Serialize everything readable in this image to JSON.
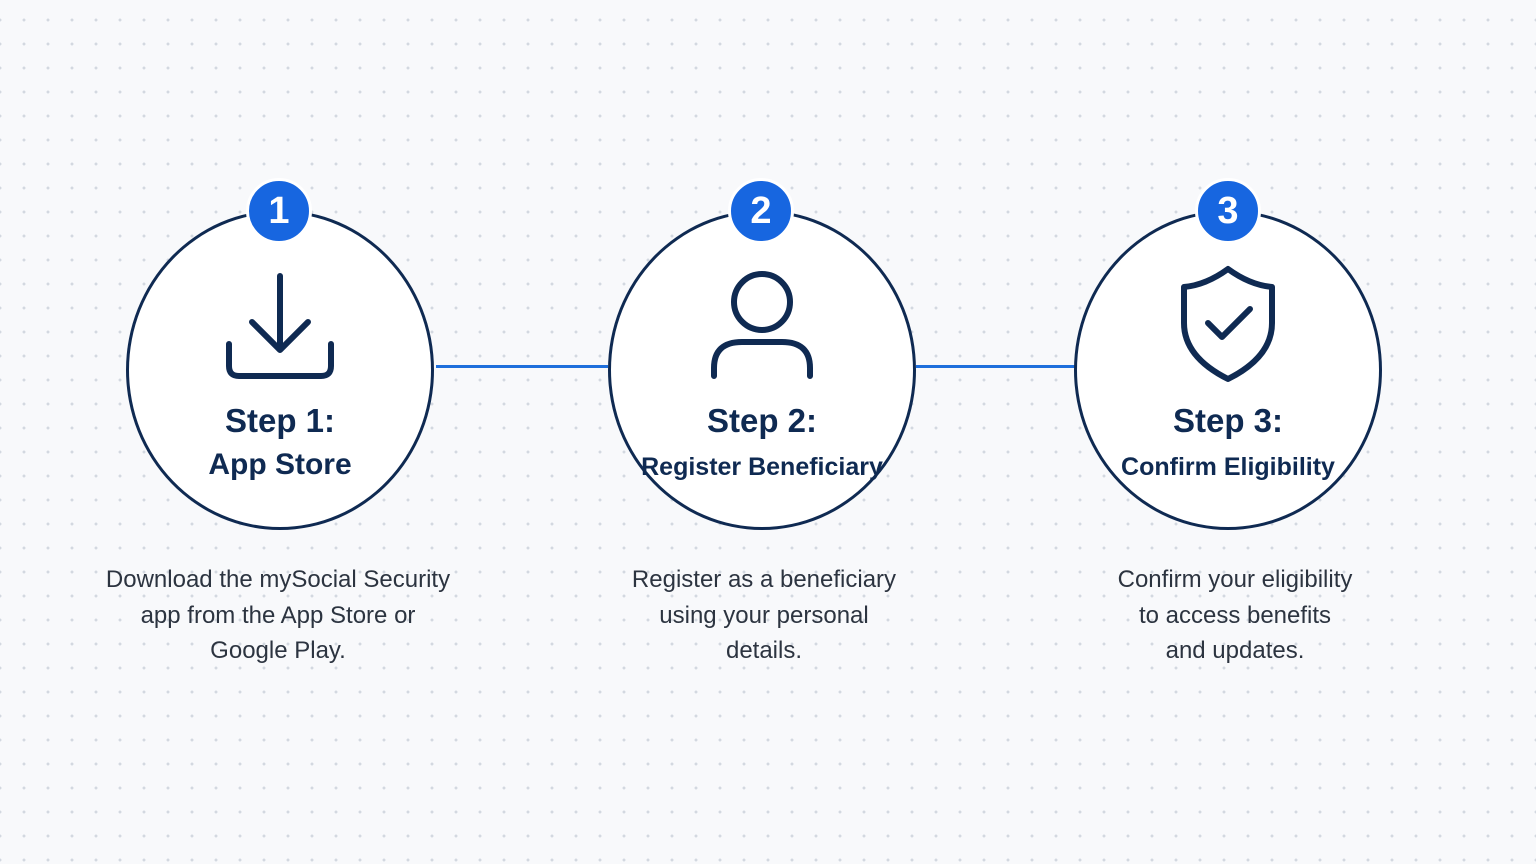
{
  "steps": [
    {
      "number": "1",
      "title": "Step 1:",
      "subtitle": "App Store",
      "icon": "download-icon",
      "description_lines": [
        "Download the mySocial Security",
        "app from the App Store or",
        "Google Play."
      ]
    },
    {
      "number": "2",
      "title": "Step 2:",
      "subtitle": "Register Beneficiary",
      "icon": "user-icon",
      "description_lines": [
        "Register as a beneficiary",
        "using your personal",
        "details."
      ]
    },
    {
      "number": "3",
      "title": "Step 3:",
      "subtitle": "Confirm Eligibility",
      "icon": "shield-check-icon",
      "description_lines": [
        "Confirm your eligibility",
        "to access benefits",
        "and updates."
      ]
    }
  ],
  "colors": {
    "accent": "#1766e0",
    "navy": "#0f2a52",
    "connector": "#1f6fdc",
    "background": "#f8f9fb",
    "text": "#2c3440"
  }
}
